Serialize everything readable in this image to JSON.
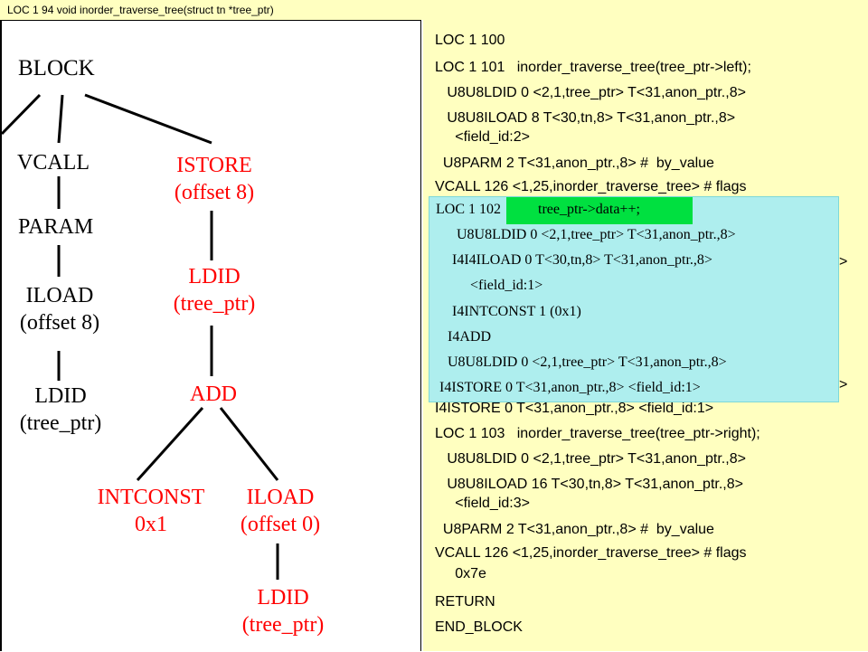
{
  "caption": "LOC 1 94 void inorder_traverse_tree(struct tn *tree_ptr)",
  "tree": {
    "block": "BLOCK",
    "vcall": "VCALL",
    "param": "PARAM",
    "iload_left": [
      "ILOAD",
      "(offset 8)"
    ],
    "ldid_left": [
      "LDID",
      "(tree_ptr)"
    ],
    "istore": [
      "ISTORE",
      "(offset 8)"
    ],
    "ldid_istore": [
      "LDID",
      "(tree_ptr)"
    ],
    "add": "ADD",
    "intconst": [
      "INTCONST",
      "0x1"
    ],
    "iload_right": [
      "ILOAD",
      "(offset 0)"
    ],
    "ldid_bottom": [
      "LDID",
      "(tree_ptr)"
    ]
  },
  "ir": [
    "LOC 1 100",
    "LOC 1 101   inorder_traverse_tree(tree_ptr->left);",
    "   U8U8LDID 0 <2,1,tree_ptr> T<31,anon_ptr.,8>",
    "   U8U8ILOAD 8 T<30,tn,8> T<31,anon_ptr.,8>",
    "     <field_id:2>",
    "  U8PARM 2 T<31,anon_ptr.,8> #  by_value",
    "VCALL 126 <1,25,inorder_traverse_tree> # flags",
    "I4ISTORE 0 T<31,anon_ptr.,8> <field_id:1>",
    "LOC 1 103   inorder_traverse_tree(tree_ptr->right);",
    "   U8U8LDID 0 <2,1,tree_ptr> T<31,anon_ptr.,8>",
    "   U8U8ILOAD 16 T<30,tn,8> T<31,anon_ptr.,8>",
    "     <field_id:3>",
    "  U8PARM 2 T<31,anon_ptr.,8> #  by_value",
    "VCALL 126 <1,25,inorder_traverse_tree> # flags",
    "     0x7e",
    "RETURN",
    "END_BLOCK"
  ],
  "ir_hidden_edges": [
    ">",
    ">",
    ">",
    ">",
    ">"
  ],
  "popup": {
    "loc": "LOC 1 102",
    "highlight": "tree_ptr->data++;",
    "lines": [
      "U8U8LDID 0 <2,1,tree_ptr> T<31,anon_ptr.,8>",
      "I4I4ILOAD 0 T<30,tn,8> T<31,anon_ptr.,8>",
      "<field_id:1>",
      "I4INTCONST 1 (0x1)",
      "I4ADD",
      "U8U8LDID 0 <2,1,tree_ptr> T<31,anon_ptr.,8>",
      "I4ISTORE 0 T<31,anon_ptr.,8> <field_id:1>"
    ]
  }
}
